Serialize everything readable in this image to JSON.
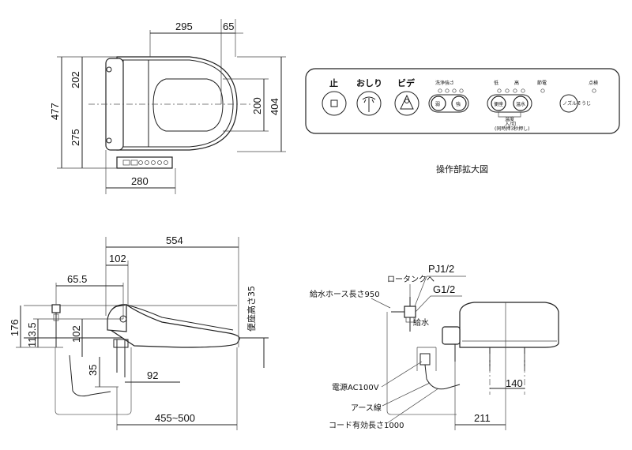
{
  "top_view": {
    "dims": {
      "d295": "295",
      "d65": "65",
      "d477": "477",
      "d202": "202",
      "d275": "275",
      "d200": "200",
      "d404": "404",
      "d280": "280"
    }
  },
  "panel": {
    "caption": "操作部拡大図",
    "stop": "止",
    "oshiri": "おしり",
    "bidet": "ビデ",
    "wash_strength": "洗浄強さ",
    "low": "低",
    "high": "高",
    "power_save": "節電",
    "check": "点検",
    "weak": "弱",
    "strong": "強",
    "toilet_seat": "便座",
    "warm_water": "温水",
    "temp": "温度",
    "onoff": "入/切",
    "onoff_note": "(同時押3秒押し)",
    "nozzle_clean": "ノズルそうじ"
  },
  "side_view": {
    "dims": {
      "d554": "554",
      "d102_top": "102",
      "d65_5": "65.5",
      "d176": "176",
      "d113_5": "113.5",
      "d102_left": "102",
      "d35": "35",
      "d92": "92",
      "d455_500": "455~500",
      "rim_height": "便座高さ35"
    }
  },
  "piping_view": {
    "pj": "PJ1/2",
    "g": "G1/2",
    "low_tank": "ロータンクへ",
    "supply_hose": "給水ホース長さ950",
    "supply": "給水",
    "power": "電源AC100V",
    "ground": "アース線",
    "cord": "コード有効長さ1000",
    "d140": "140",
    "d211": "211"
  }
}
